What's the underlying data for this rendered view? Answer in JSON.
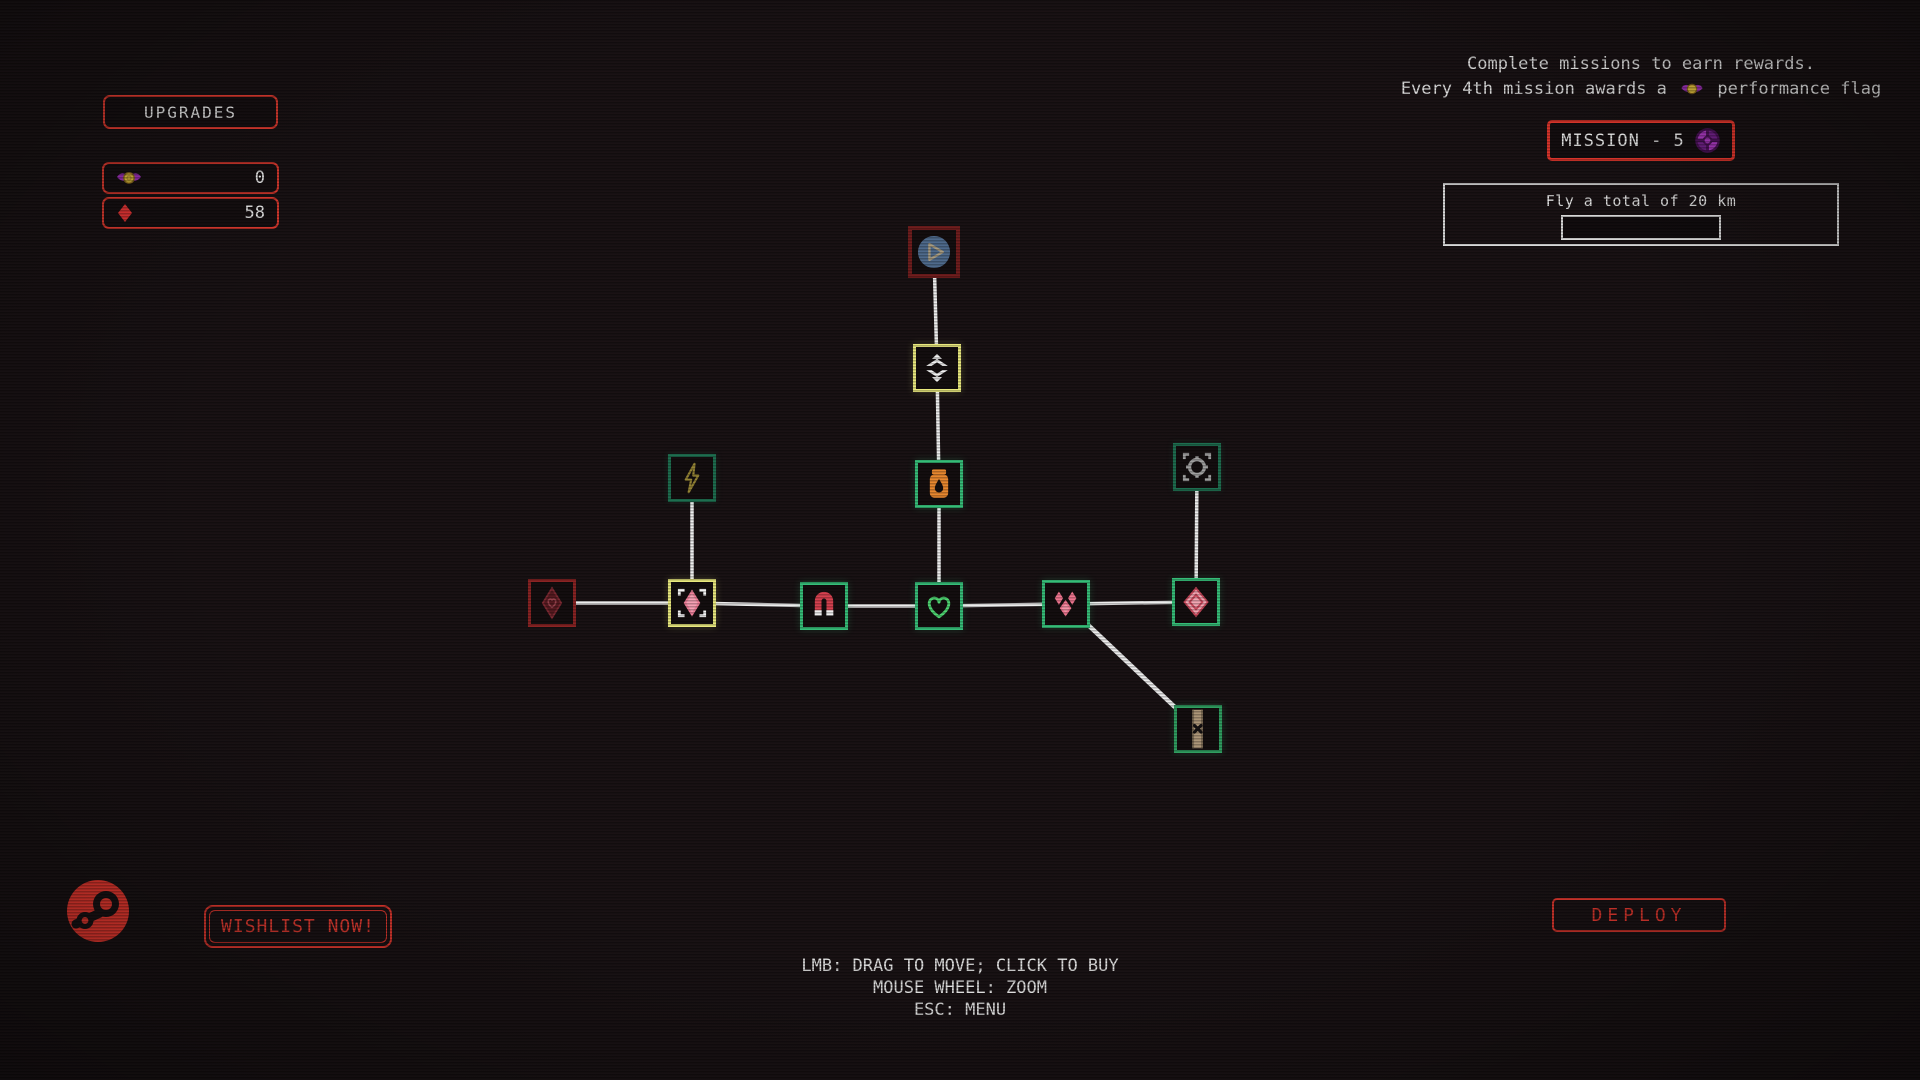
{
  "colors": {
    "background": "#181113",
    "accent_red": "#d9382d",
    "text_white": "#e8e8e8",
    "node_green": "#35bd78",
    "node_green_dark": "#1d6e4f",
    "node_yellow": "#e9e97e",
    "node_dark_red": "#7c1d1d",
    "connection_line": "#ededed",
    "flag_purple": "#9a2fb5",
    "flag_gold": "#d8b83a",
    "gem_pink": "#f0809a",
    "jar_orange": "#e8872e",
    "magnet_red": "#d5404e",
    "mission_icon_purple": "#a637bd"
  },
  "top_left": {
    "upgrades_label": "UPGRADES",
    "currencies": [
      {
        "icon": "performance-flag-icon",
        "value": "0"
      },
      {
        "icon": "diamond-icon",
        "value": "58"
      }
    ]
  },
  "mission_panel": {
    "info_line1": "Complete missions to earn rewards.",
    "info_line2_prefix": "Every 4th mission awards a",
    "info_line2_suffix": "performance flag",
    "mission_button_label": "MISSION - 5",
    "objective_text": "Fly a total of 20 km",
    "progress_percent": 0
  },
  "skill_tree": {
    "nodes": [
      {
        "id": "start",
        "icon": "play-icon",
        "state": "locked-dark-red"
      },
      {
        "id": "vertical-chevrons",
        "icon": "expand-chevrons-icon",
        "state": "highlighted-yellow"
      },
      {
        "id": "fuel-jar",
        "icon": "jar-droplet-icon",
        "state": "available-green"
      },
      {
        "id": "heart",
        "icon": "heart-icon",
        "state": "available-green"
      },
      {
        "id": "lightning",
        "icon": "lightning-icon",
        "state": "available-green-dark"
      },
      {
        "id": "gem-selected",
        "icon": "pink-diamond-brackets-icon",
        "state": "selected-yellow"
      },
      {
        "id": "gem-locked",
        "icon": "diamond-heart-icon",
        "state": "locked-dark-red"
      },
      {
        "id": "magnet",
        "icon": "magnet-icon",
        "state": "available-green"
      },
      {
        "id": "gem-cluster",
        "icon": "triple-diamond-icon",
        "state": "available-green"
      },
      {
        "id": "big-gem",
        "icon": "layered-diamond-icon",
        "state": "available-green"
      },
      {
        "id": "targeting",
        "icon": "crosshair-brackets-icon",
        "state": "available-green-dark"
      },
      {
        "id": "strap",
        "icon": "strap-x-icon",
        "state": "available-green"
      }
    ],
    "connections": [
      [
        "start",
        "vertical-chevrons"
      ],
      [
        "vertical-chevrons",
        "fuel-jar"
      ],
      [
        "fuel-jar",
        "heart"
      ],
      [
        "lightning",
        "gem-selected"
      ],
      [
        "gem-locked",
        "gem-selected"
      ],
      [
        "gem-selected",
        "magnet"
      ],
      [
        "magnet",
        "heart"
      ],
      [
        "heart",
        "gem-cluster"
      ],
      [
        "gem-cluster",
        "big-gem"
      ],
      [
        "targeting",
        "big-gem"
      ],
      [
        "gem-cluster",
        "strap"
      ]
    ]
  },
  "footer": {
    "wishlist_label": "WISHLIST NOW!",
    "deploy_label": "DEPLOY",
    "instructions": [
      "LMB: DRAG TO MOVE; CLICK TO BUY",
      "MOUSE WHEEL: ZOOM",
      "ESC: MENU"
    ]
  }
}
